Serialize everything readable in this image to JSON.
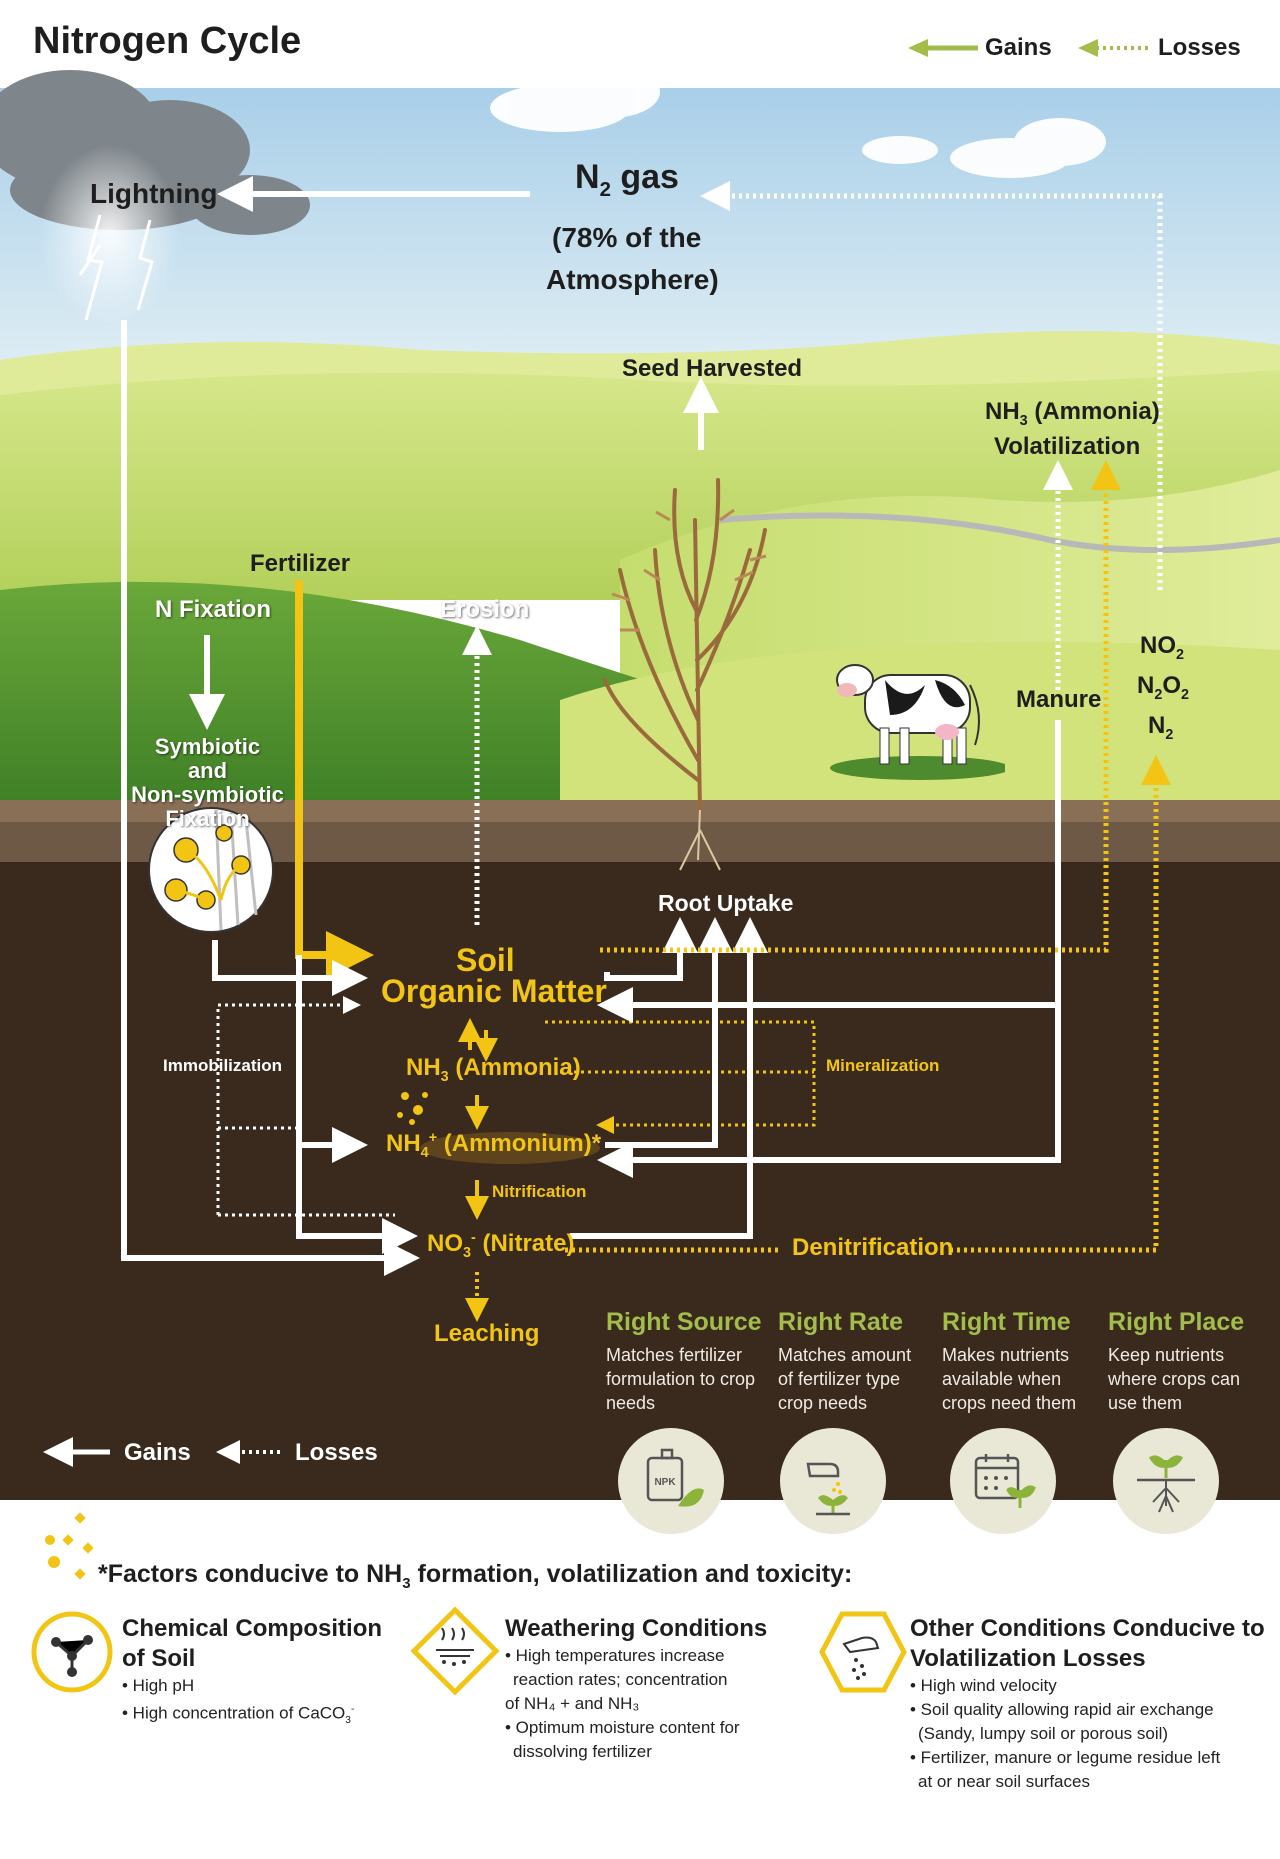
{
  "header": {
    "title": "Nitrogen Cycle",
    "legend_gains": "Gains",
    "legend_losses": "Losses"
  },
  "atmosphere": {
    "lightning": "Lightning",
    "n2_gas_prefix": "N",
    "n2_gas_sub": "2",
    "n2_gas_suffix": " gas",
    "percent_line1": "(78% of the",
    "percent_line2": "Atmosphere)"
  },
  "labels": {
    "seed_harvested": "Seed Harvested",
    "nh3_vol_prefix": "NH",
    "nh3_vol_sub": "3",
    "nh3_vol_suffix": " (Ammonia)",
    "volatilization": "Volatilization",
    "fertilizer": "Fertilizer",
    "n_fixation": "N Fixation",
    "erosion": "Erosion",
    "symbiotic_line1": "Symbiotic",
    "symbiotic_line2": "and",
    "symbiotic_line3": "Non-symbiotic",
    "symbiotic_line4": "Fixation",
    "manure": "Manure",
    "no2_prefix": "NO",
    "no2_sub": "2",
    "n2o2_a": "N",
    "n2o2_sub1": "2",
    "n2o2_b": "O",
    "n2o2_sub2": "2",
    "n2_a": "N",
    "n2_sub": "2",
    "root_uptake": "Root Uptake",
    "soil_om_line1": "Soil",
    "soil_om_line2": "Organic Matter",
    "immobilization": "Immobilization",
    "mineralization": "Mineralization",
    "nh3_prefix": "NH",
    "nh3_sub": "3",
    "nh3_suffix": " (Ammonia)",
    "nh4_prefix": "NH",
    "nh4_sub": "4",
    "nh4_sup": "+",
    "nh4_suffix": " (Ammonium)*",
    "nitrification": "Nitrification",
    "no3_prefix": "NO",
    "no3_sub": "3",
    "no3_sup": "-",
    "no3_suffix": " (Nitrate)",
    "denitrification": "Denitrification",
    "leaching": "Leaching"
  },
  "four_r": [
    {
      "title": "Right Source",
      "desc": "Matches fertilizer formulation to crop needs",
      "icon": "npk-jug-icon"
    },
    {
      "title": "Right Rate",
      "desc": "Matches amount of fertilizer type crop needs",
      "icon": "hand-seedling-icon"
    },
    {
      "title": "Right Time",
      "desc": "Makes nutrients available when crops need them",
      "icon": "calendar-plant-icon"
    },
    {
      "title": "Right Place",
      "desc": "Keep nutrients where crops can use them",
      "icon": "sprout-roots-icon"
    }
  ],
  "soil_legend": {
    "gains": "Gains",
    "losses": "Losses"
  },
  "factors": {
    "heading_prefix": "*Factors conducive to NH",
    "heading_sub": "3",
    "heading_suffix": " formation, volatilization and toxicity:",
    "col1": {
      "title_line1": "Chemical Composition",
      "title_line2": "of Soil",
      "bullet1": "• High pH",
      "bullet2_prefix": "• High concentration of CaCO",
      "bullet2_sub": "3",
      "bullet2_sup": "-",
      "icon": "molecule-icon"
    },
    "col2": {
      "title": "Weathering Conditions",
      "bullet1_line1": "• High temperatures increase",
      "bullet1_line2": "reaction rates; concentration",
      "bullet1_line3": "of NH₄ + and NH₃",
      "bullet2_line1": "• Optimum moisture content for",
      "bullet2_line2": "dissolving fertilizer",
      "icon": "heat-moisture-icon"
    },
    "col3": {
      "title_line1": "Other Conditions Conducive to",
      "title_line2": "Volatilization Losses",
      "bullet1": "• High wind velocity",
      "bullet2_line1": "• Soil quality allowing rapid air exchange",
      "bullet2_line2": "(Sandy, lumpy soil or porous soil)",
      "bullet3_line1": "• Fertilizer, manure or legume residue left",
      "bullet3_line2": "at or near soil surfaces",
      "icon": "hand-sprinkle-icon"
    }
  },
  "colors": {
    "sky": "#b9dbf0",
    "grass_light": "#cfe07a",
    "grass_dark": "#5f9a33",
    "soil_dark": "#3a2a1e",
    "gold": "#f2c515",
    "green_accent": "#a3bd4a"
  }
}
